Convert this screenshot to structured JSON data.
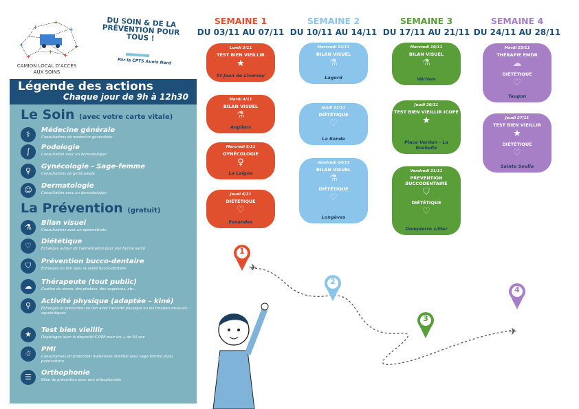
{
  "header": {
    "logo_caption": "CAMION LOCAL D'ACCÈS AUX SOINS",
    "slogan": "DU SOIN & DE LA PRÉVENTION POUR TOUS !",
    "by": "Par la CPTS Aunis Nord"
  },
  "legend": {
    "title": "Légende des actions",
    "subtitle": "Chaque jour de 9h à 12h30",
    "soin": {
      "title": "Le Soin",
      "note": "(avec votre carte vitale)",
      "items": [
        {
          "icon": "stethoscope-icon",
          "label": "Médecine générale",
          "desc": "Consultations de médecine généraliste"
        },
        {
          "icon": "foot-icon",
          "label": "Podologie",
          "desc": "Consultation avec un dermatologue"
        },
        {
          "icon": "female-icon",
          "label": "Gynécologie - Sage-femme",
          "desc": "Consultations de gynécologie"
        },
        {
          "icon": "skin-icon",
          "label": "Dermatologie",
          "desc": "Consultation avec un dermatologue"
        }
      ]
    },
    "prevention": {
      "title": "La Prévention",
      "note": "(gratuit)",
      "items": [
        {
          "icon": "microscope-icon",
          "label": "Bilan visuel",
          "desc": "Consultations avec un optométriste"
        },
        {
          "icon": "nutrition-icon",
          "label": "Diététique",
          "desc": "Échanges autour de l'alimentation pour une bonne santé"
        },
        {
          "icon": "tooth-icon",
          "label": "Prévention bucco-dentaire",
          "desc": "Échanges en lien avec la santé bucco-dentaire"
        },
        {
          "icon": "cloud-icon",
          "label": "Thérapeute (tout public)",
          "desc": "Gestion du stress, des phobies, des angoisses, etc..."
        },
        {
          "icon": "activity-icon",
          "label": "Activité physique (adaptée – kiné)",
          "desc": "Échanges et prévention en lien avec l'activité physique ou les troubles musculo-squelettiques"
        },
        {
          "icon": "star-icon",
          "label": "Test bien vieillir",
          "desc": "Dépistages avec le dispositif ICOPE pour les + de 60 ans"
        },
        {
          "icon": "baby-icon",
          "label": "PMI",
          "desc": "Consultations en protection maternelle infantile avec sage-femme et/ou puéricultrice"
        },
        {
          "icon": "speech-icon",
          "label": "Orthophonie",
          "desc": "Bilan de prévention avec une orthophoniste"
        }
      ]
    }
  },
  "colors": {
    "week1": "#e0502f",
    "week2": "#8cc5ec",
    "week3": "#5a9e3a",
    "week4": "#a77fc6",
    "navy": "#1d4f78",
    "panel": "#7fb3c0"
  },
  "weeks": [
    {
      "name": "SEMAINE 1",
      "range": "DU 03/11 AU 07/11",
      "cards": [
        {
          "date": "Lundi 3/11",
          "lines": [
            {
              "t": "TEST BIEN VIEILLIR",
              "i": "★"
            }
          ],
          "loc": "St Jean de Liversay"
        },
        {
          "date": "Mardi 4/11",
          "lines": [
            {
              "t": "BILAN VISUEL",
              "i": "⚗"
            }
          ],
          "loc": "Angliers"
        },
        {
          "date": "Mercredi 5/11",
          "lines": [
            {
              "t": "GYNÉCOLOGIE",
              "i": "♀"
            }
          ],
          "loc": "La Laigne"
        },
        {
          "date": "Jeudi 6/11",
          "lines": [
            {
              "t": "DIÉTÉTIQUE",
              "i": "♡"
            }
          ],
          "loc": "Esnandes"
        }
      ]
    },
    {
      "name": "SEMAINE 2",
      "range": "DU 10/11 AU 14/11",
      "cards": [
        {
          "date": "Mercredi 12/11",
          "lines": [
            {
              "t": "BILAN VISUEL",
              "i": "⚗"
            }
          ],
          "loc": "Lagord"
        },
        {
          "date": "Jeudi 13/11",
          "lines": [
            {
              "t": "DIÉTÉTIQUE",
              "i": "♡"
            }
          ],
          "loc": "La Ronde"
        },
        {
          "date": "Vendredi 14/11",
          "lines": [
            {
              "t": "BILAN VISUEL",
              "i": "⚗"
            },
            {
              "t": "DIÉTÉTIQUE",
              "i": "♡"
            }
          ],
          "loc": "Longèves"
        }
      ]
    },
    {
      "name": "SEMAINE 3",
      "range": "DU 17/11 AU 21/11",
      "cards": [
        {
          "date": "Mercredi 19/11",
          "lines": [
            {
              "t": "BILAN VISUEL",
              "i": "⚗"
            }
          ],
          "loc": "Vérines"
        },
        {
          "date": "Jeudi 20/11",
          "lines": [
            {
              "t": "TEST BIEN VIEILLIR ICOPE",
              "i": "★"
            }
          ],
          "loc": "Place Verdun - La Rochelle"
        },
        {
          "date": "Vendredi 21/11",
          "lines": [
            {
              "t": "PREVENTION BUCCODENTAIRE",
              "i": "⛉"
            },
            {
              "t": "DIÉTÉTIQUE",
              "i": "♡"
            }
          ],
          "loc": "Dompierre s/Mer"
        }
      ]
    },
    {
      "name": "SEMAINE 4",
      "range": "DU 24/11 AU 28/11",
      "cards": [
        {
          "date": "Mardi 25/11",
          "lines": [
            {
              "t": "THÉRAPIE EMDR",
              "i": "☁"
            },
            {
              "t": "DIÉTÉTIQUE",
              "i": "♡"
            }
          ],
          "loc": "Taugon"
        },
        {
          "date": "Jeudi 27/11",
          "lines": [
            {
              "t": "TEST BIEN VIEILLIR",
              "i": "★"
            },
            {
              "t": "DIÉTÉTIQUE",
              "i": "♡"
            }
          ],
          "loc": "Sainte Soulle"
        }
      ]
    }
  ],
  "pins": [
    "1",
    "2",
    "3",
    "4"
  ]
}
